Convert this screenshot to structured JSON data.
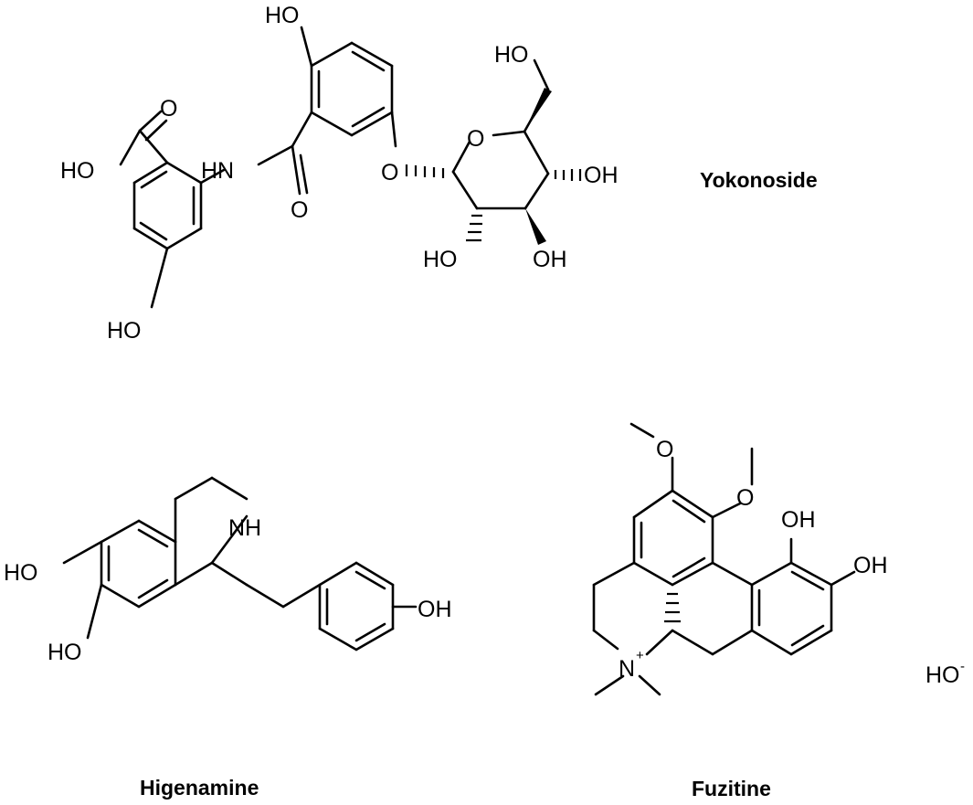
{
  "compounds": {
    "yokonoside": {
      "name": "Yokonoside",
      "labels": {
        "ho_top": "HO",
        "ho_ch2": "HO",
        "ring_o": "O",
        "glyco_o": "O",
        "oh_c3": "OH",
        "ho_c1": "HO",
        "oh_c2": "OH",
        "ho_acid": "HO",
        "acid_o": "O",
        "nh": "HN",
        "amide_o": "O",
        "ho_bottom": "HO"
      }
    },
    "higenamine": {
      "name": "Higenamine",
      "labels": {
        "nh": "NH",
        "ho_c6": "HO",
        "ho_c7": "HO",
        "oh_para": "OH"
      }
    },
    "fuzitine": {
      "name": "Fuzitine",
      "labels": {
        "ome1_o": "O",
        "ome2_o": "O",
        "oh_1": "OH",
        "oh_2": "OH",
        "n": "N",
        "n_charge": "+",
        "counterion": "HO",
        "counterion_charge": "-"
      }
    }
  }
}
